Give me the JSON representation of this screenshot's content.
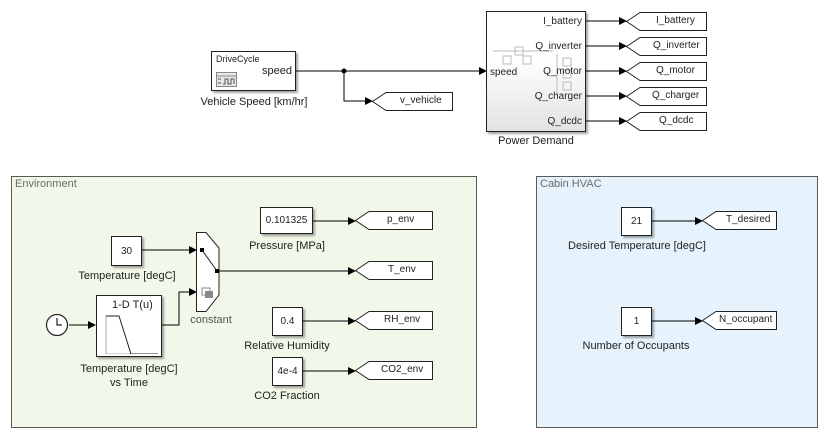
{
  "top": {
    "drive_cycle": {
      "title": "DriveCycle",
      "port": "speed",
      "label": "Vehicle Speed [km/hr]",
      "icon": "signal-editor-icon"
    },
    "v_vehicle_tag": "v_vehicle",
    "power_demand": {
      "label": "Power Demand",
      "input": "speed",
      "outputs": [
        "I_battery",
        "Q_inverter",
        "Q_motor",
        "Q_charger",
        "Q_dcdc"
      ]
    },
    "goto_tags": [
      "I_battery",
      "Q_inverter",
      "Q_motor",
      "Q_charger",
      "Q_dcdc"
    ]
  },
  "environment": {
    "title": "Environment",
    "temp_const": {
      "value": "30",
      "label": "Temperature [degC]"
    },
    "lookup": {
      "title": "1-D T(u)",
      "label_line1": "Temperature [degC]",
      "label_line2": "vs Time"
    },
    "switch_label": "constant",
    "pressure": {
      "value": "0.101325",
      "label": "Pressure [MPa]",
      "tag": "p_env"
    },
    "t_env_tag": "T_env",
    "humidity": {
      "value": "0.4",
      "label": "Relative Humidity",
      "tag": "RH_env"
    },
    "co2": {
      "value": "4e-4",
      "label": "CO2 Fraction",
      "tag": "CO2_env"
    }
  },
  "cabin": {
    "title": "Cabin HVAC",
    "desired_temp": {
      "value": "21",
      "label": "Desired Temperature [degC]",
      "tag": "T_desired"
    },
    "occupants": {
      "value": "1",
      "label": "Number of Occupants",
      "tag": "N_occupant"
    }
  },
  "colors": {
    "environment_bg": "#f1f7e9",
    "cabin_bg": "#e6f3fc",
    "wire": "#000000"
  }
}
